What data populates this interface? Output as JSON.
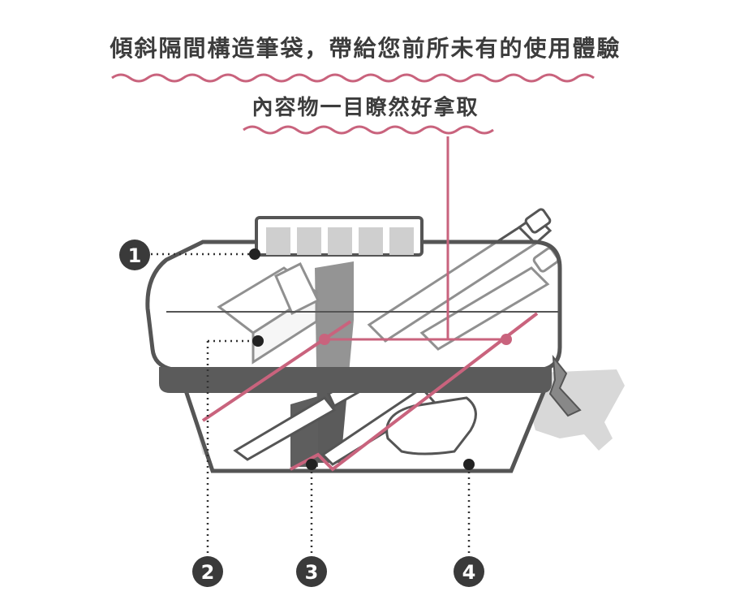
{
  "headline": "傾斜隔間構造筆袋，帶給您前所未有的使用體驗",
  "subline": "內容物一目瞭然好拿取",
  "callouts": [
    "1",
    "2",
    "3",
    "4"
  ],
  "colors": {
    "accent": "#c9637d",
    "outline": "#555555",
    "divider": "#5a5a5a",
    "shadow": "#d6d6d6",
    "text": "#3c3c3c"
  }
}
